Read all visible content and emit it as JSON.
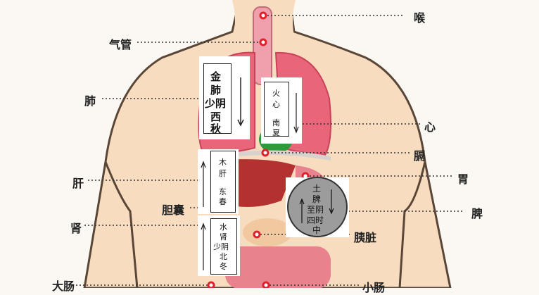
{
  "labels": {
    "throat": "喉",
    "trachea": "气管",
    "lung": "肺",
    "heart": "心",
    "diaphragm": "膈",
    "liver": "肝",
    "stomach": "胃",
    "gallbladder": "胆囊",
    "spleen": "脾",
    "kidney": "肾",
    "pancreas": "胰脏",
    "large_intestine": "大肠",
    "small_intestine": "小肠"
  },
  "boxes": {
    "metal": {
      "l1": "金",
      "l2": "肺",
      "l3": "少阴",
      "l4": "西",
      "l5": "秋"
    },
    "fire": {
      "l1": "火",
      "l2": "心",
      "l3": "南",
      "l4": "夏"
    },
    "wood": {
      "l1": "木",
      "l2": "肝",
      "l3": "东",
      "l4": "春"
    },
    "water": {
      "l1": "水",
      "l2": "肾",
      "l3": "少阴",
      "l4": "北",
      "l5": "冬"
    },
    "earth": {
      "l1": "土",
      "l2": "脾",
      "l3": "至阴",
      "l4": "四时",
      "l5": "中"
    }
  },
  "colors": {
    "skin": "#f7dcc0",
    "outline": "#5a4636",
    "lung": "#e9657a",
    "lung_dark": "#c94258",
    "liver": "#b3322f",
    "organ_pink": "#e8828d",
    "pancreas": "#f2c8a0",
    "earth_circle": "#9c9c9c",
    "marker": "#e0212c"
  }
}
